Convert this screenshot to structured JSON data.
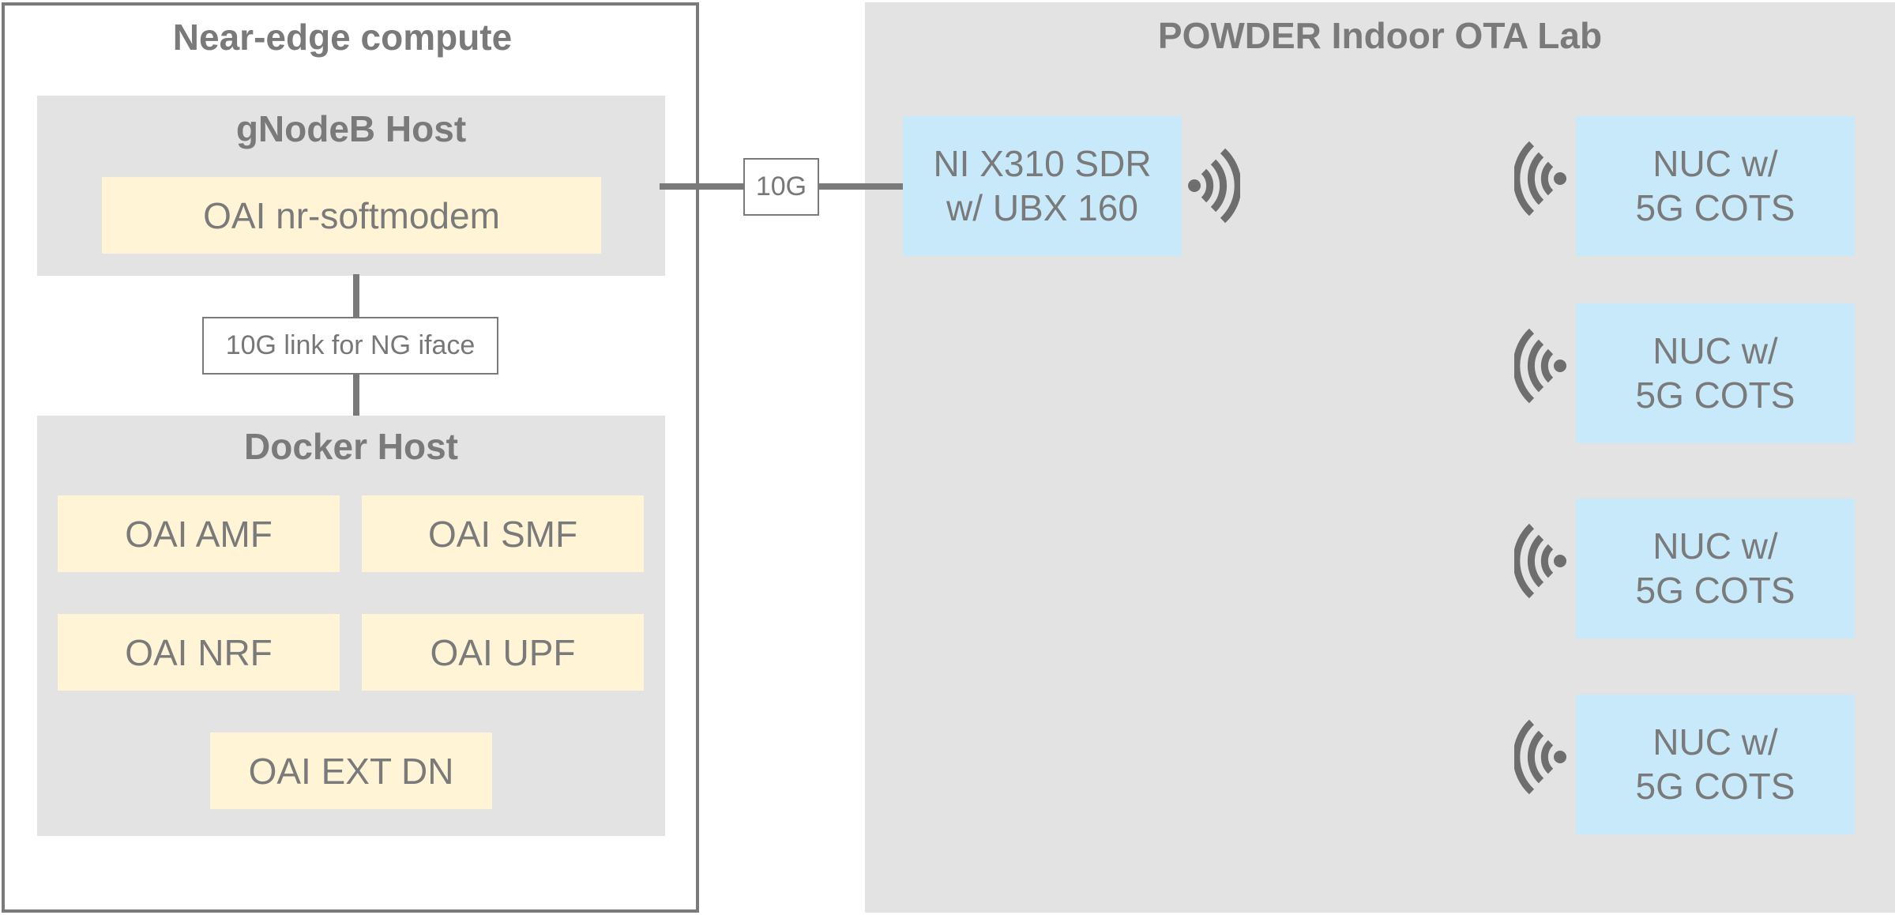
{
  "near_edge": {
    "title": "Near-edge compute",
    "gnodeb_host": {
      "title": "gNodeB Host",
      "softmodem": "OAI nr-softmodem"
    },
    "ng_link_label": "10G link for NG iface",
    "docker_host": {
      "title": "Docker Host",
      "components": [
        "OAI AMF",
        "OAI SMF",
        "OAI NRF",
        "OAI UPF",
        "OAI EXT DN"
      ]
    }
  },
  "link_label": "10G",
  "ota_lab": {
    "title": "POWDER Indoor OTA Lab",
    "sdr": "NI X310 SDR\nw/ UBX 160",
    "ues": [
      "NUC w/\n5G COTS",
      "NUC w/\n5G COTS",
      "NUC w/\n5G COTS",
      "NUC w/\n5G COTS"
    ]
  },
  "colors": {
    "text": "#7a7a7a",
    "container_fill": "#e3e3e3",
    "component_fill": "#fff5d6",
    "radio_fill": "#c8e9fa"
  },
  "icons": [
    "wifi-signal-right-icon",
    "wifi-signal-left-icon"
  ]
}
